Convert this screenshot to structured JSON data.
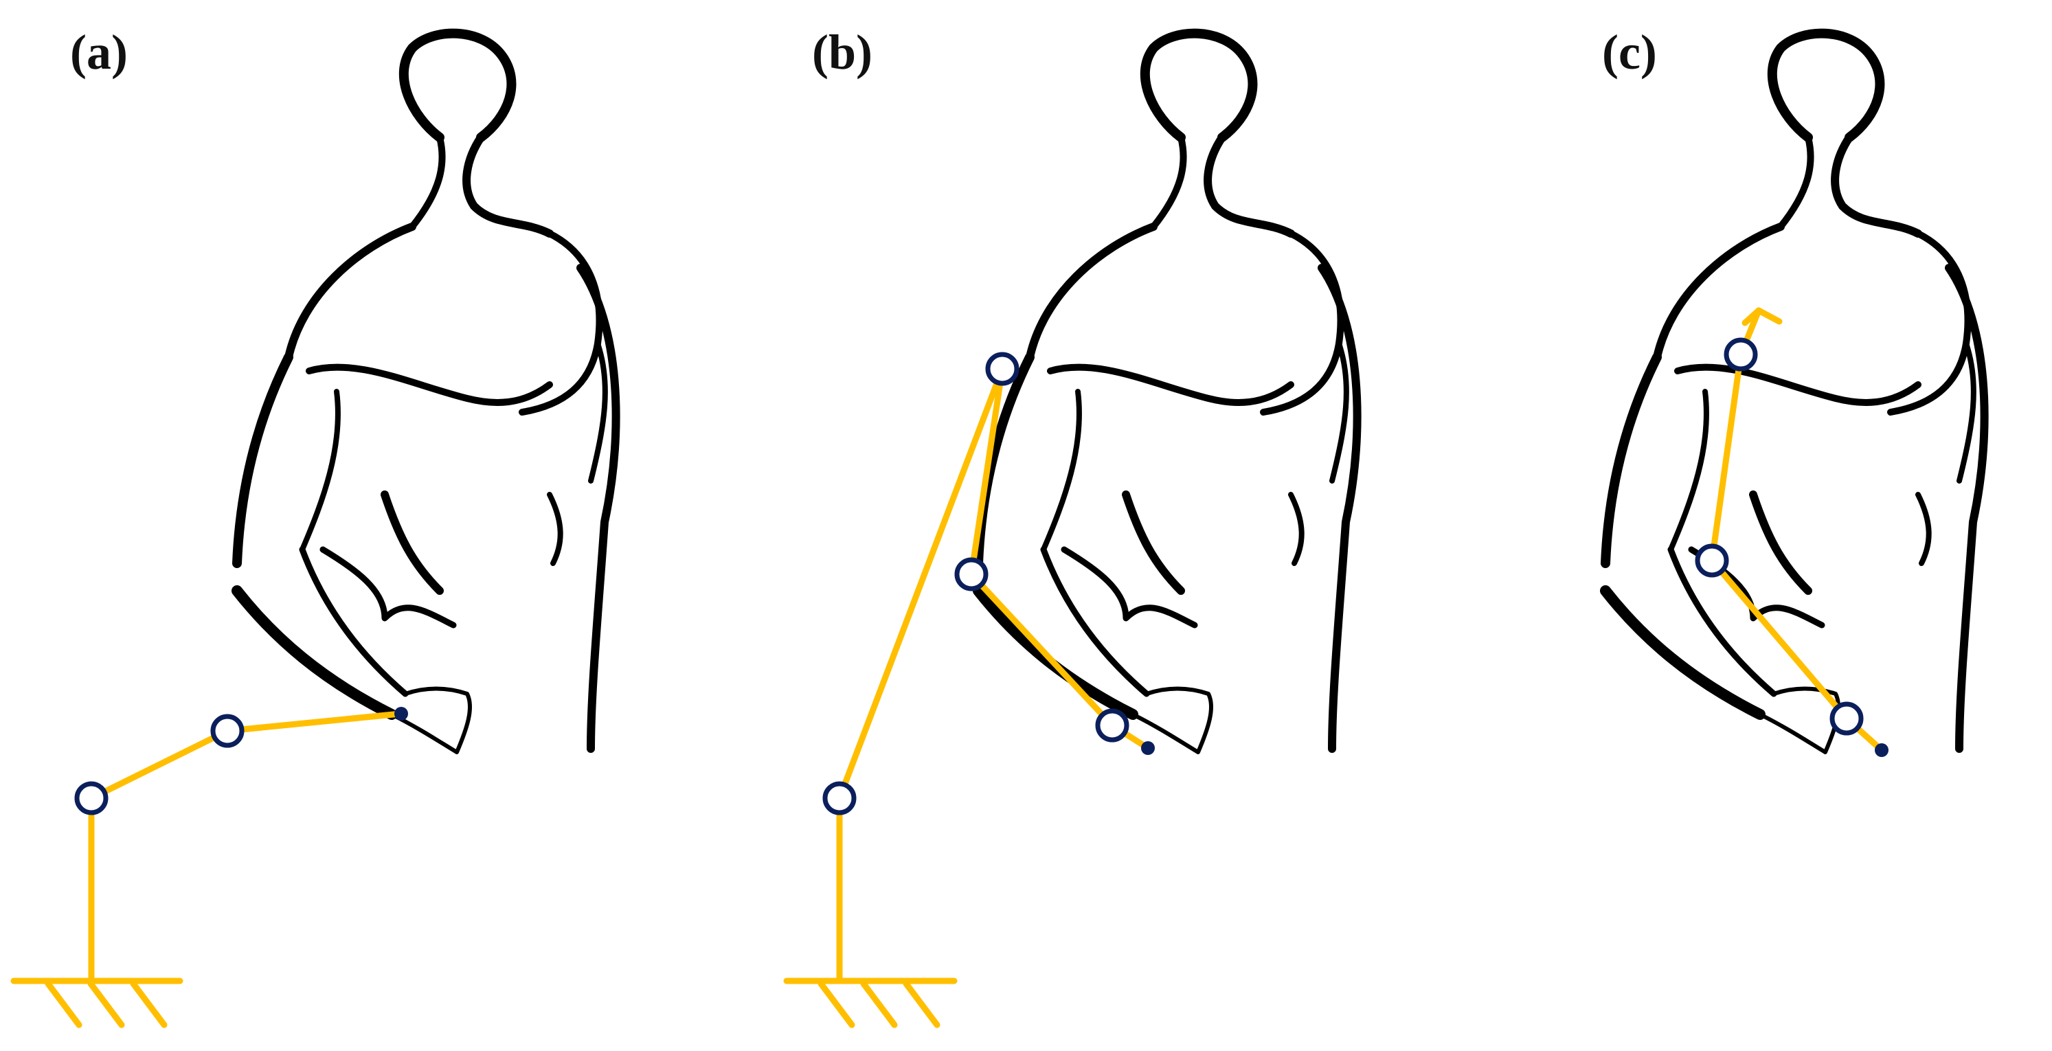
{
  "panels": [
    {
      "label": "(a)"
    },
    {
      "label": "(b)"
    },
    {
      "label": "(c)"
    }
  ],
  "colors": {
    "linkage": "#FFBF00",
    "joint_outline": "#0B1F5C",
    "body_outline": "#000000"
  }
}
